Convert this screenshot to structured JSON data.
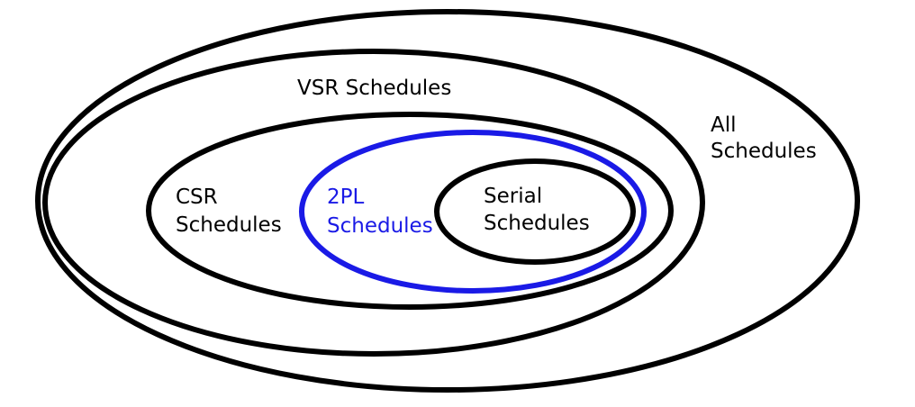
{
  "colors": {
    "default_stroke": "#000000",
    "highlight": "#1a1ae6",
    "default_text": "#000000"
  },
  "sets": {
    "all": {
      "line1": "All",
      "line2": "Schedules"
    },
    "vsr": {
      "label": "VSR Schedules"
    },
    "csr": {
      "line1": "CSR",
      "line2": "Schedules"
    },
    "twopl": {
      "line1": "2PL",
      "line2": "Schedules"
    },
    "serial": {
      "line1": "Serial",
      "line2": "Schedules"
    }
  }
}
